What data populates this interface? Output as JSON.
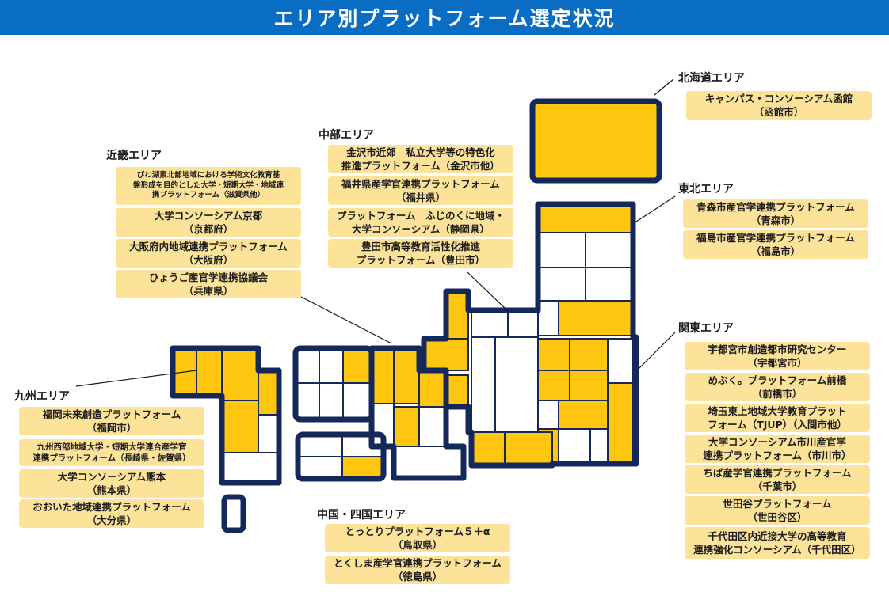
{
  "title": "エリア別プラットフォーム選定状況",
  "colors": {
    "banner": "#0a6dc4",
    "selected": "#fec60f",
    "outline": "#15285b",
    "label_box": "#fde39a"
  },
  "regions": {
    "hokkaido": {
      "name": "北海道エリア",
      "platforms": [
        {
          "line1": "キャンパス・コンソーシアム函館",
          "line2": "（函館市）"
        }
      ]
    },
    "tohoku": {
      "name": "東北エリア",
      "platforms": [
        {
          "line1": "青森市産官学連携プラットフォーム",
          "line2": "（青森市）"
        },
        {
          "line1": "福島市産官学連携プラットフォーム",
          "line2": "（福島市）"
        }
      ]
    },
    "kanto": {
      "name": "関東エリア",
      "platforms": [
        {
          "line1": "宇都宮市創造都市研究センター",
          "line2": "（宇都宮市）"
        },
        {
          "line1": "めぶく。プラットフォーム前橋",
          "line2": "（前橋市）"
        },
        {
          "line1": "埼玉東上地域大学教育プラット",
          "line2": "フォーム（TJUP）（入間市他）"
        },
        {
          "line1": "大学コンソーシアム市川産官学",
          "line2": "連携プラットフォーム（市川市）"
        },
        {
          "line1": "ちば産学官連携プラットフォーム",
          "line2": "（千葉市）"
        },
        {
          "line1": "世田谷プラットフォーム",
          "line2": "（世田谷区）"
        },
        {
          "line1": "千代田区内近接大学の高等教育",
          "line2": "連携強化コンソーシアム（千代田区）"
        }
      ]
    },
    "chubu": {
      "name": "中部エリア",
      "platforms": [
        {
          "line1": "金沢市近郊　私立大学等の特色化",
          "line2": "推進プラットフォーム（金沢市他）"
        },
        {
          "line1": "福井県産学官連携プラットフォーム",
          "line2": "（福井県）"
        },
        {
          "line1": "プラットフォーム　ふじのくに地域・",
          "line2": "大学コンソーシアム（静岡県）"
        },
        {
          "line1": "豊田市高等教育活性化推進",
          "line2": "プラットフォーム（豊田市）"
        }
      ]
    },
    "kinki": {
      "name": "近畿エリア",
      "platforms": [
        {
          "line1": "びわ湖東北部地域における学術文化教育基",
          "line2": "盤形成を目的とした大学・短期大学・地域連",
          "line3": "携プラットフォーム（滋賀県他）"
        },
        {
          "line1": "大学コンソーシアム京都",
          "line2": "（京都府）"
        },
        {
          "line1": "大阪府内地域連携プラットフォーム",
          "line2": "（大阪府）"
        },
        {
          "line1": "ひょうご産官学連携協議会",
          "line2": "（兵庫県）"
        }
      ]
    },
    "kyushu": {
      "name": "九州エリア",
      "platforms": [
        {
          "line1": "福岡未来創造プラットフォーム",
          "line2": "（福岡市）"
        },
        {
          "line1": "九州西部地域大学・短期大学連合産学官",
          "line2": "連携プラットフォーム（長崎県・佐賀県）"
        },
        {
          "line1": "大学コンソーシアム熊本",
          "line2": "（熊本県）"
        },
        {
          "line1": "おおいた地域連携プラットフォーム",
          "line2": "（大分県）"
        }
      ]
    },
    "chugoku_shikoku": {
      "name": "中国・四国エリア",
      "platforms": [
        {
          "line1": "とっとりプラットフォーム５＋α",
          "line2": "（鳥取県）"
        },
        {
          "line1": "とくしま産学官連携プラットフォーム",
          "line2": "（徳島県）"
        }
      ]
    }
  }
}
